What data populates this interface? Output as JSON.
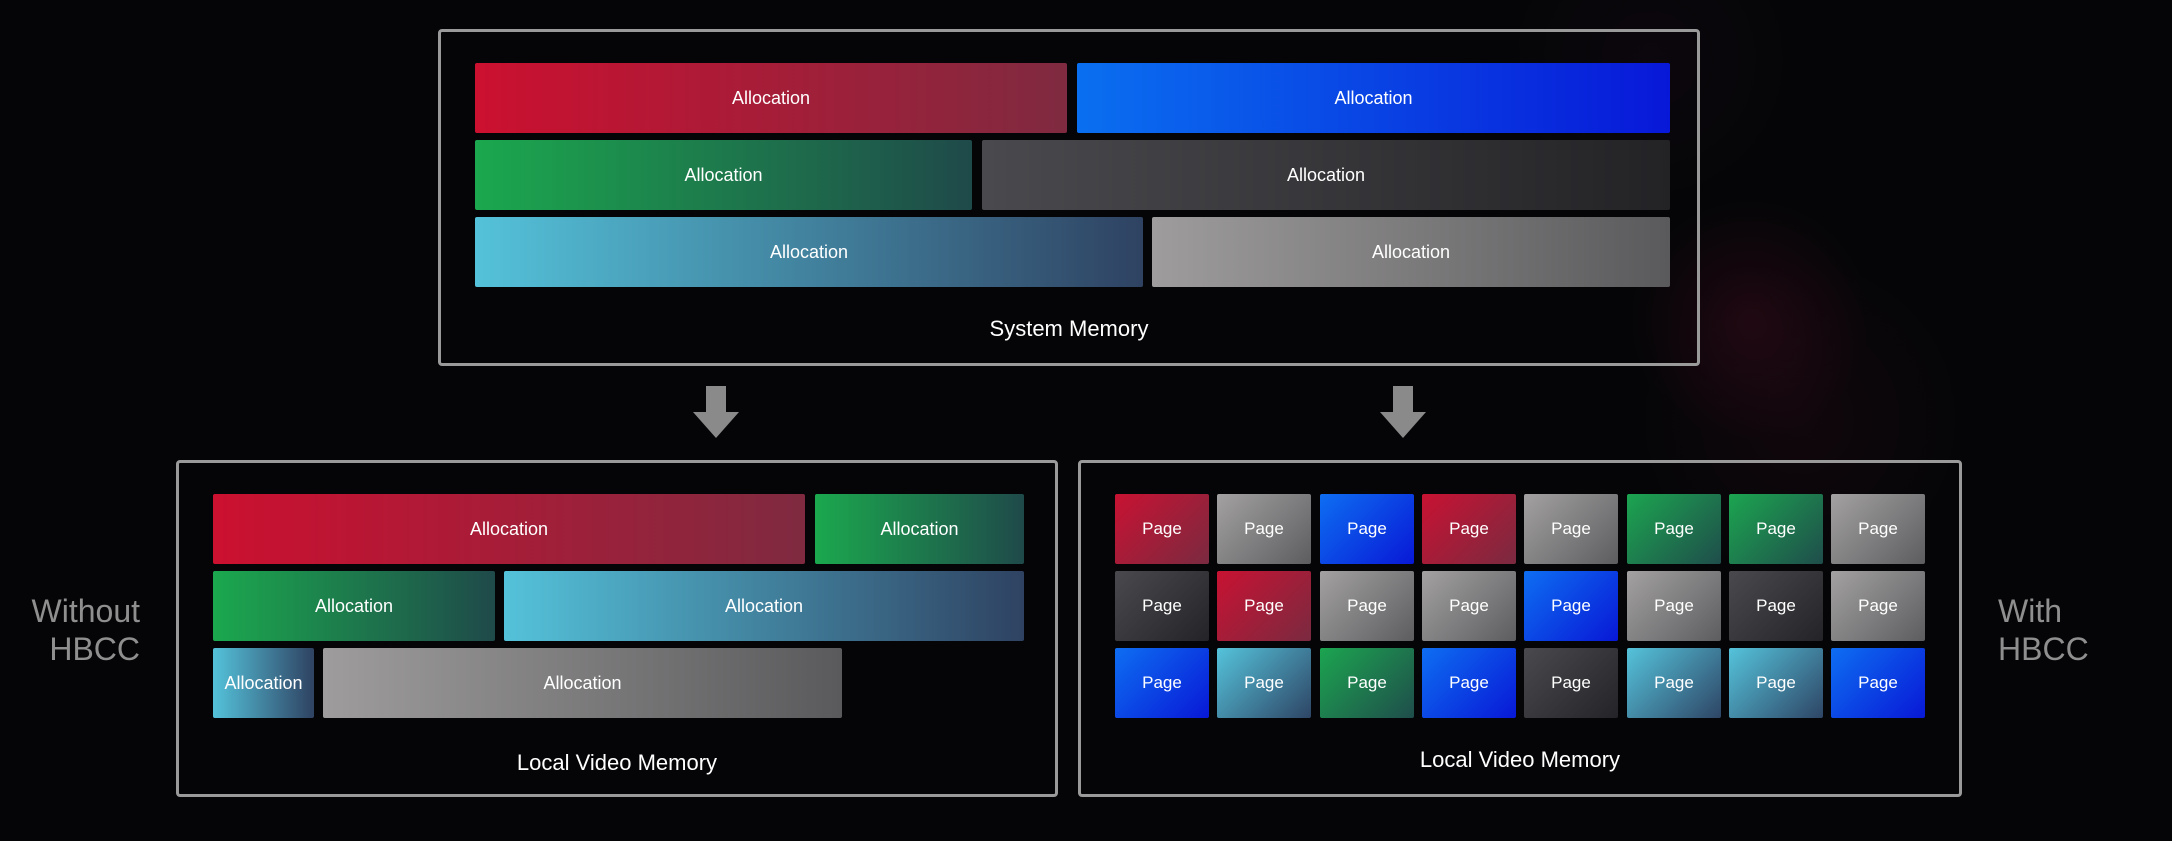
{
  "colors": {
    "red": "#cc1030",
    "blue": "#0a6ff0",
    "green": "#1ba84e",
    "dark": "#3a3a3e",
    "cyan": "#54c2da",
    "gray": "#9e9c9c",
    "border": "#9a9a9a",
    "side_label": "#8f8f8f"
  },
  "system_memory": {
    "label": "System Memory",
    "rows": [
      [
        {
          "label": "Allocation",
          "color": "red"
        },
        {
          "label": "Allocation",
          "color": "blue"
        }
      ],
      [
        {
          "label": "Allocation",
          "color": "green"
        },
        {
          "label": "Allocation",
          "color": "dark"
        }
      ],
      [
        {
          "label": "Allocation",
          "color": "cyan"
        },
        {
          "label": "Allocation",
          "color": "gray"
        }
      ]
    ]
  },
  "arrows": [
    "down-arrow-icon",
    "down-arrow-icon"
  ],
  "without_hbcc": {
    "side_label_line1": "Without",
    "side_label_line2": "HBCC",
    "panel_label": "Local Video Memory",
    "rows": [
      [
        {
          "label": "Allocation",
          "color": "red"
        },
        {
          "label": "Allocation",
          "color": "green"
        }
      ],
      [
        {
          "label": "Allocation",
          "color": "green"
        },
        {
          "label": "Allocation",
          "color": "cyan"
        }
      ],
      [
        {
          "label": "Allocation",
          "color": "cyan"
        },
        {
          "label": "Allocation",
          "color": "gray"
        }
      ]
    ]
  },
  "with_hbcc": {
    "side_label_line1": "With",
    "side_label_line2": "HBCC",
    "panel_label": "Local Video Memory",
    "page_label": "Page",
    "rows": [
      [
        "red",
        "gray",
        "blue",
        "red",
        "gray",
        "green",
        "green",
        "gray"
      ],
      [
        "dark",
        "red",
        "gray",
        "gray",
        "blue",
        "gray",
        "dark",
        "gray"
      ],
      [
        "blue",
        "cyan",
        "green",
        "blue",
        "dark",
        "cyan",
        "cyan",
        "blue"
      ]
    ]
  }
}
